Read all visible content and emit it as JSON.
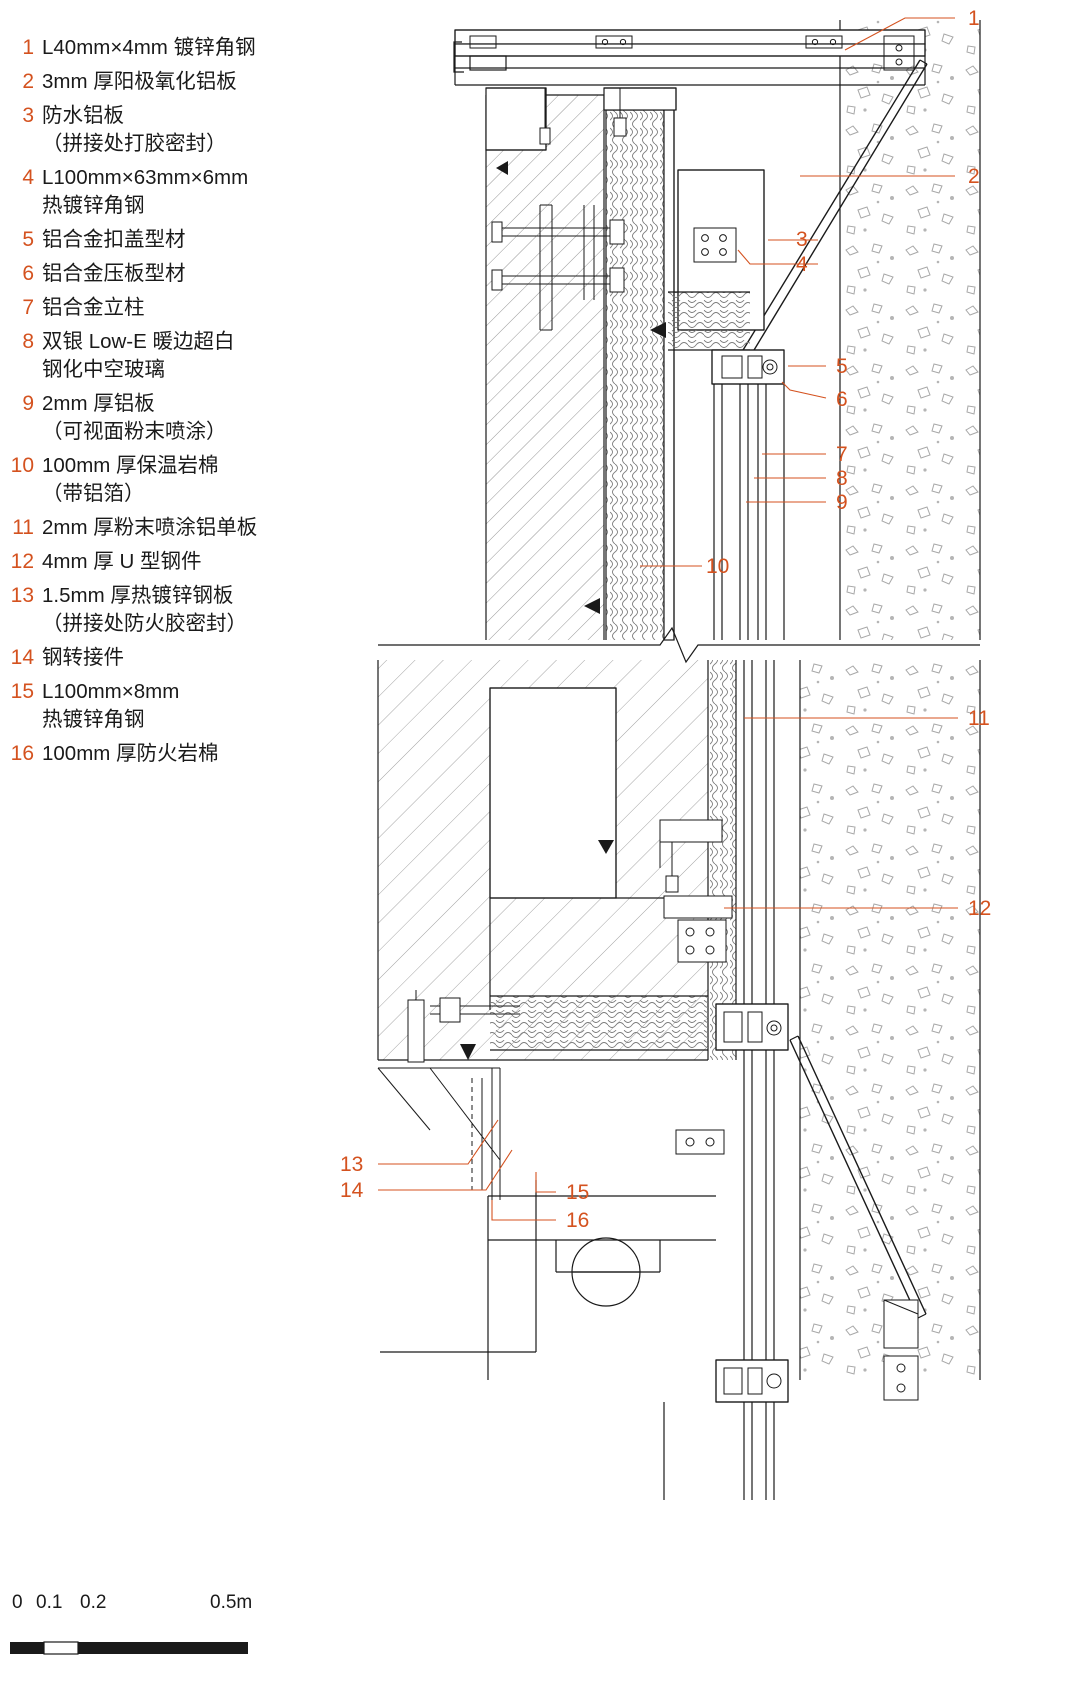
{
  "legend": {
    "items": [
      {
        "num": "1",
        "text": "L40mm×4mm 镀锌角钢"
      },
      {
        "num": "2",
        "text": "3mm 厚阳极氧化铝板"
      },
      {
        "num": "3",
        "text": "防水铝板\n（拼接处打胶密封）"
      },
      {
        "num": "4",
        "text": "L100mm×63mm×6mm\n热镀锌角钢"
      },
      {
        "num": "5",
        "text": "铝合金扣盖型材"
      },
      {
        "num": "6",
        "text": "铝合金压板型材"
      },
      {
        "num": "7",
        "text": "铝合金立柱"
      },
      {
        "num": "8",
        "text": "双银 Low-E 暖边超白\n钢化中空玻璃"
      },
      {
        "num": "9",
        "text": "2mm 厚铝板\n（可视面粉末喷涂）"
      },
      {
        "num": "10",
        "text": "100mm 厚保温岩棉\n（带铝箔）"
      },
      {
        "num": "11",
        "text": "2mm 厚粉末喷涂铝单板"
      },
      {
        "num": "12",
        "text": "4mm 厚 U 型钢件"
      },
      {
        "num": "13",
        "text": "1.5mm 厚热镀锌钢板\n（拼接处防火胶密封）"
      },
      {
        "num": "14",
        "text": "钢转接件"
      },
      {
        "num": "15",
        "text": "L100mm×8mm\n热镀锌角钢"
      },
      {
        "num": "16",
        "text": "100mm 厚防火岩棉"
      }
    ]
  },
  "callouts": [
    {
      "id": "1",
      "label": "1"
    },
    {
      "id": "2",
      "label": "2"
    },
    {
      "id": "3",
      "label": "3"
    },
    {
      "id": "4",
      "label": "4"
    },
    {
      "id": "5",
      "label": "5"
    },
    {
      "id": "6",
      "label": "6"
    },
    {
      "id": "7",
      "label": "7"
    },
    {
      "id": "8",
      "label": "8"
    },
    {
      "id": "9",
      "label": "9"
    },
    {
      "id": "10",
      "label": "10"
    },
    {
      "id": "11",
      "label": "11"
    },
    {
      "id": "12",
      "label": "12"
    },
    {
      "id": "13",
      "label": "13"
    },
    {
      "id": "14",
      "label": "14"
    },
    {
      "id": "15",
      "label": "15"
    },
    {
      "id": "16",
      "label": "16"
    }
  ],
  "scale": {
    "ticks": [
      "0",
      "0.1",
      "0.2"
    ],
    "end_label": "0.5m"
  },
  "colors": {
    "accent": "#d4521f",
    "line": "#1a1a1a",
    "hatch": "#7a7a7a",
    "concrete": "#9a9a9a"
  }
}
